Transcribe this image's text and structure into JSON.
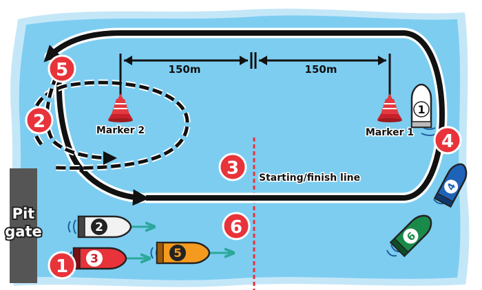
{
  "distances": {
    "left": "150m",
    "right": "150m"
  },
  "markers": {
    "marker2": "Marker 2",
    "marker1": "Marker 1"
  },
  "line_label": "Starting/finish line",
  "pit_gate": {
    "line1": "Pit",
    "line2": "gate"
  },
  "steps": [
    "1",
    "2",
    "3",
    "4",
    "5",
    "6"
  ],
  "boats": {
    "b1": "1",
    "b2": "2",
    "b3": "3",
    "b4": "4",
    "b5": "5",
    "b6": "6"
  },
  "colors": {
    "water": "#7dcdf1",
    "water_edge": "#bfe6f8",
    "step_badge": "#e8333a",
    "arrow_teal": "#2ba89a",
    "pit": "#555555",
    "start_line": "#e8333a"
  }
}
